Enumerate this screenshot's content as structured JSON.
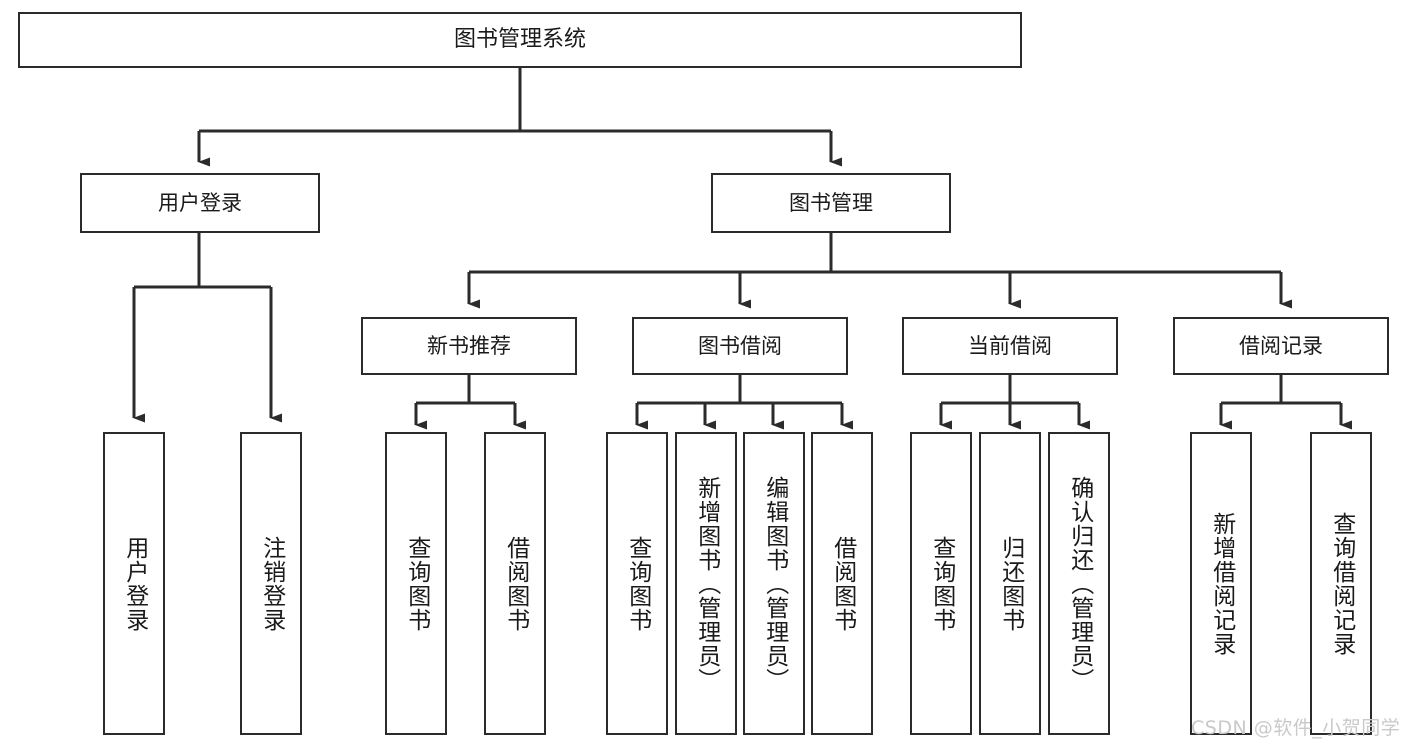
{
  "diagram": {
    "title": "图书管理系统",
    "background": "#ffffff",
    "stroke": "#2b2b2b",
    "text_color": "#1a1a1a",
    "watermark": "CSDN @软件_小贺同学",
    "nodes": {
      "root": {
        "label": "图书管理系统"
      },
      "level2": [
        {
          "id": "user-login",
          "label": "用户登录"
        },
        {
          "id": "book-manage",
          "label": "图书管理"
        }
      ],
      "level3": [
        {
          "id": "new-book-recommend",
          "label": "新书推荐"
        },
        {
          "id": "book-borrow",
          "label": "图书借阅"
        },
        {
          "id": "current-borrow",
          "label": "当前借阅"
        },
        {
          "id": "borrow-record",
          "label": "借阅记录"
        }
      ],
      "leaves": {
        "user_login": [
          {
            "id": "leaf-user-login",
            "label": "用户登录"
          },
          {
            "id": "leaf-logout-login",
            "label": "注销登录"
          }
        ],
        "new_book_recommend": [
          {
            "id": "leaf-query-book-1",
            "label": "查询图书"
          },
          {
            "id": "leaf-borrow-book-1",
            "label": "借阅图书"
          }
        ],
        "book_borrow": [
          {
            "id": "leaf-query-book-2",
            "label": "查询图书"
          },
          {
            "id": "leaf-add-book",
            "label": "新增图书（管理员）"
          },
          {
            "id": "leaf-edit-book",
            "label": "编辑图书（管理员）"
          },
          {
            "id": "leaf-borrow-book-2",
            "label": "借阅图书"
          }
        ],
        "current_borrow": [
          {
            "id": "leaf-query-book-3",
            "label": "查询图书"
          },
          {
            "id": "leaf-return-book",
            "label": "归还图书"
          },
          {
            "id": "leaf-confirm-return",
            "label": "确认归还（管理员）"
          }
        ],
        "borrow_record": [
          {
            "id": "leaf-add-record",
            "label": "新增借阅记录"
          },
          {
            "id": "leaf-query-record",
            "label": "查询借阅记录"
          }
        ]
      }
    }
  }
}
